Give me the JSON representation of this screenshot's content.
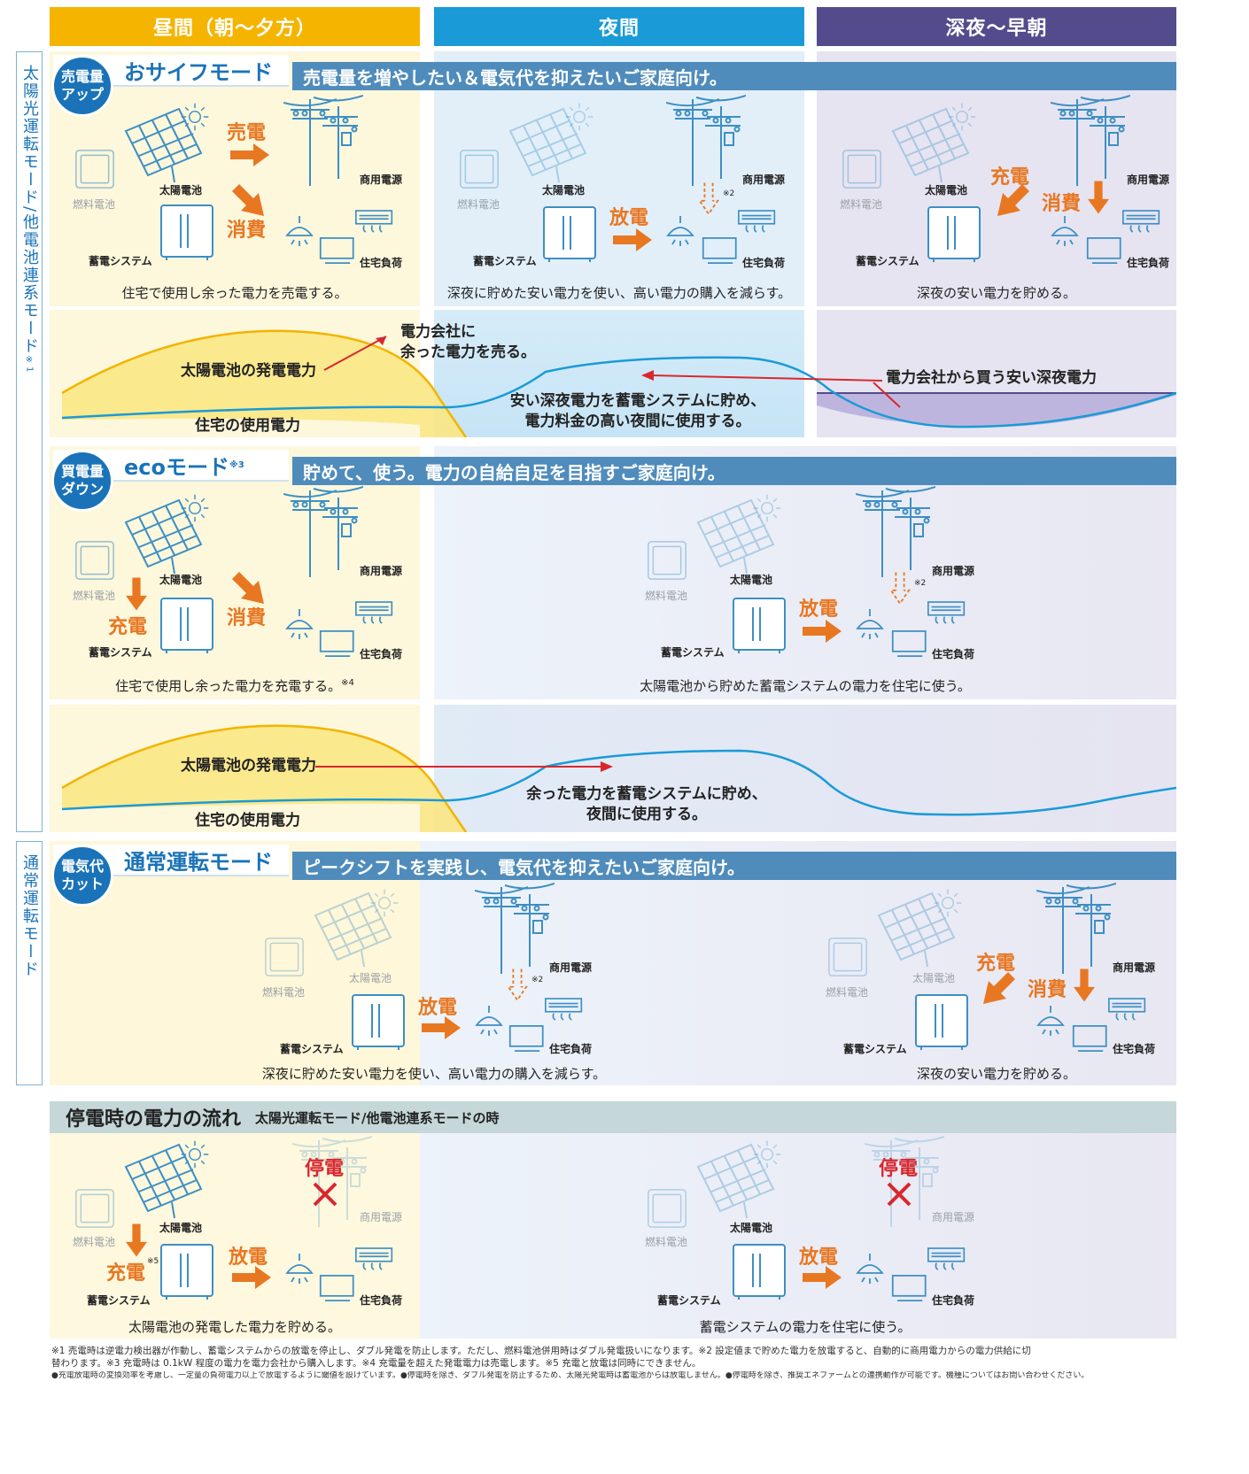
{
  "columns": {
    "day": "昼間（朝〜夕方）",
    "night": "夜間",
    "late": "深夜〜早朝"
  },
  "colors": {
    "day": "#f5b400",
    "night": "#1a9ad7",
    "late": "#544b8c",
    "accent_blue": "#1a73b8",
    "orange": "#e87722",
    "red": "#d9272e"
  },
  "side_labels": {
    "solar": "太陽光運転モード/他電池連系モード",
    "solar_note": "※1",
    "normal": "通常運転モード"
  },
  "labels": {
    "fuel_cell": "燃料電池",
    "solar_cell": "太陽電池",
    "grid": "商用電源",
    "storage": "蓄電システム",
    "house_load": "住宅負荷",
    "sell": "売電",
    "consume": "消費",
    "charge": "充電",
    "discharge": "放電",
    "outage": "停電",
    "note2": "※2"
  },
  "modes": {
    "saifu": {
      "badge_line1": "売電量",
      "badge_line2": "アップ",
      "name": "おサイフモード",
      "tagline": "売電量を増やしたい＆電気代を抑えたいご家庭向け。",
      "caption_day": "住宅で使用し余った電力を売電する。",
      "caption_night": "深夜に貯めた安い電力を使い、高い電力の購入を減らす。",
      "caption_late": "深夜の安い電力を貯める。",
      "graph_solar": "太陽電池の発電電力",
      "graph_sell_line1": "電力会社に",
      "graph_sell_line2": "余った電力を売る。",
      "graph_usage": "住宅の使用電力",
      "graph_store_line1": "安い深夜電力を蓄電システムに貯め、",
      "graph_store_line2": "電力料金の高い夜間に使用する。",
      "graph_buy": "電力会社から買う安い深夜電力"
    },
    "eco": {
      "badge_line1": "買電量",
      "badge_line2": "ダウン",
      "name": "ecoモード",
      "name_note": "※3",
      "tagline": "貯めて、使う。電力の自給自足を目指すご家庭向け。",
      "caption_day": "住宅で使用し余った電力を充電する。",
      "caption_day_note": "※4",
      "caption_night": "太陽電池から貯めた蓄電システムの電力を住宅に使う。",
      "graph_solar": "太陽電池の発電電力",
      "graph_usage": "住宅の使用電力",
      "graph_store_line1": "余った電力を蓄電システムに貯め、",
      "graph_store_line2": "夜間に使用する。"
    },
    "normal": {
      "badge_line1": "電気代",
      "badge_line2": "カット",
      "name": "通常運転モード",
      "tagline": "ピークシフトを実践し、電気代を抑えたいご家庭向け。",
      "caption_night": "深夜に貯めた安い電力を使い、高い電力の購入を減らす。",
      "caption_late": "深夜の安い電力を貯める。"
    },
    "outage": {
      "title": "停電時の電力の流れ",
      "subtitle": "太陽光運転モード/他電池連系モードの時",
      "charge_note": "※5",
      "caption_day": "太陽電池の発電した電力を貯める。",
      "caption_night": "蓄電システムの電力を住宅に使う。"
    }
  },
  "footnotes": {
    "line1": "※1 売電時は逆電力検出器が作動し、蓄電システムからの放電を停止し、ダブル発電を防止します。ただし、燃料電池併用時はダブル発電扱いになります。※2 設定値まで貯めた電力を放電すると、自動的に商用電力からの電力供給に切",
    "line2": "替わります。※3 充電時は 0.1kW 程度の電力を電力会社から購入します。※4 充電量を超えた発電電力は売電します。※5 充電と放電は同時にできません。",
    "line3": "●充電放電時の変換効率を考慮し、一定量の負荷電力以上で放電するように閾値を設けています。●停電時を除き、ダブル発電を防止するため、太陽光発電時は蓄電池からは放電しません。●停電時を除き、推奨エネファームとの連携動作が可能です。機種についてはお問い合わせください。"
  }
}
